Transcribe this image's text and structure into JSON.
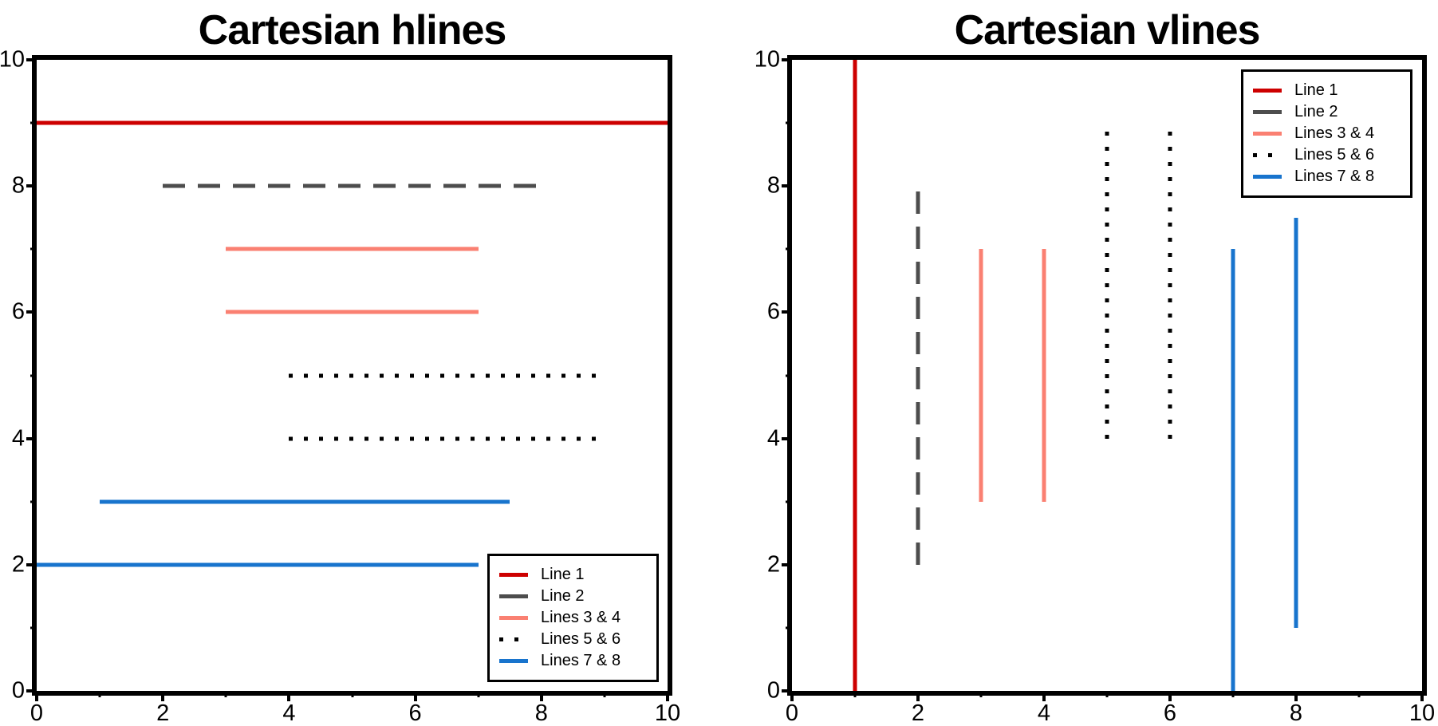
{
  "figure": {
    "background": "#ffffff",
    "frame_color": "#000000",
    "palette": {
      "red3": "#cd0000",
      "gray30": "#4d4d4d",
      "salmon": "#fa8072",
      "black": "#000000",
      "dodgerblue3": "#1874cd"
    }
  },
  "chart_data": [
    {
      "type": "line",
      "variant": "hlines",
      "title": "Cartesian hlines",
      "xlabel": "",
      "ylabel": "",
      "xlim": [
        0,
        10
      ],
      "ylim": [
        0,
        10
      ],
      "grid": false,
      "xticks_major": [
        0,
        2,
        4,
        6,
        8,
        10
      ],
      "xticks_minor": [
        1,
        3,
        5,
        7,
        9
      ],
      "yticks_major": [
        0,
        2,
        4,
        6,
        8,
        10
      ],
      "yticks_minor": [
        1,
        3,
        5,
        7,
        9
      ],
      "legend_position": "bottom-right",
      "legend": [
        {
          "label": "Line 1",
          "color": "#cd0000",
          "style": "solid"
        },
        {
          "label": "Line 2",
          "color": "#4d4d4d",
          "style": "dashed"
        },
        {
          "label": "Lines 3 & 4",
          "color": "#fa8072",
          "style": "solid"
        },
        {
          "label": "Lines 5 & 6",
          "color": "#000000",
          "style": "dotted"
        },
        {
          "label": "Lines 7 & 8",
          "color": "#1874cd",
          "style": "solid"
        }
      ],
      "lines": [
        {
          "series": "Line 1",
          "y": 9,
          "xmin": 0,
          "xmax": 10,
          "color": "#cd0000",
          "style": "solid"
        },
        {
          "series": "Line 2",
          "y": 8,
          "xmin": 2,
          "xmax": 8,
          "color": "#4d4d4d",
          "style": "dashed"
        },
        {
          "series": "Lines 3 & 4",
          "y": 7,
          "xmin": 3,
          "xmax": 7,
          "color": "#fa8072",
          "style": "solid"
        },
        {
          "series": "Lines 3 & 4",
          "y": 6,
          "xmin": 3,
          "xmax": 7,
          "color": "#fa8072",
          "style": "solid"
        },
        {
          "series": "Lines 5 & 6",
          "y": 5,
          "xmin": 4,
          "xmax": 9,
          "color": "#000000",
          "style": "dotted"
        },
        {
          "series": "Lines 5 & 6",
          "y": 4,
          "xmin": 4,
          "xmax": 9,
          "color": "#000000",
          "style": "dotted"
        },
        {
          "series": "Lines 7 & 8",
          "y": 3,
          "xmin": 1,
          "xmax": 7.5,
          "color": "#1874cd",
          "style": "solid"
        },
        {
          "series": "Lines 7 & 8",
          "y": 2,
          "xmin": 0,
          "xmax": 7,
          "color": "#1874cd",
          "style": "solid"
        }
      ]
    },
    {
      "type": "line",
      "variant": "vlines",
      "title": "Cartesian vlines",
      "xlabel": "",
      "ylabel": "",
      "xlim": [
        0,
        10
      ],
      "ylim": [
        0,
        10
      ],
      "grid": false,
      "xticks_major": [
        0,
        2,
        4,
        6,
        8,
        10
      ],
      "xticks_minor": [
        1,
        3,
        5,
        7,
        9
      ],
      "yticks_major": [
        0,
        2,
        4,
        6,
        8,
        10
      ],
      "yticks_minor": [
        1,
        3,
        5,
        7,
        9
      ],
      "legend_position": "top-right",
      "legend": [
        {
          "label": "Line 1",
          "color": "#cd0000",
          "style": "solid"
        },
        {
          "label": "Line 2",
          "color": "#4d4d4d",
          "style": "dashed"
        },
        {
          "label": "Lines 3 & 4",
          "color": "#fa8072",
          "style": "solid"
        },
        {
          "label": "Lines 5 & 6",
          "color": "#000000",
          "style": "dotted"
        },
        {
          "label": "Lines 7 & 8",
          "color": "#1874cd",
          "style": "solid"
        }
      ],
      "lines": [
        {
          "series": "Line 1",
          "x": 1,
          "ymin": 0,
          "ymax": 10,
          "color": "#cd0000",
          "style": "solid"
        },
        {
          "series": "Line 2",
          "x": 2,
          "ymin": 2,
          "ymax": 8,
          "color": "#4d4d4d",
          "style": "dashed"
        },
        {
          "series": "Lines 3 & 4",
          "x": 3,
          "ymin": 3,
          "ymax": 7,
          "color": "#fa8072",
          "style": "solid"
        },
        {
          "series": "Lines 3 & 4",
          "x": 4,
          "ymin": 3,
          "ymax": 7,
          "color": "#fa8072",
          "style": "solid"
        },
        {
          "series": "Lines 5 & 6",
          "x": 5,
          "ymin": 4,
          "ymax": 9,
          "color": "#000000",
          "style": "dotted"
        },
        {
          "series": "Lines 5 & 6",
          "x": 6,
          "ymin": 4,
          "ymax": 9,
          "color": "#000000",
          "style": "dotted"
        },
        {
          "series": "Lines 7 & 8",
          "x": 7,
          "ymin": 0,
          "ymax": 7,
          "color": "#1874cd",
          "style": "solid"
        },
        {
          "series": "Lines 7 & 8",
          "x": 8,
          "ymin": 1,
          "ymax": 7.5,
          "color": "#1874cd",
          "style": "solid"
        }
      ]
    }
  ]
}
